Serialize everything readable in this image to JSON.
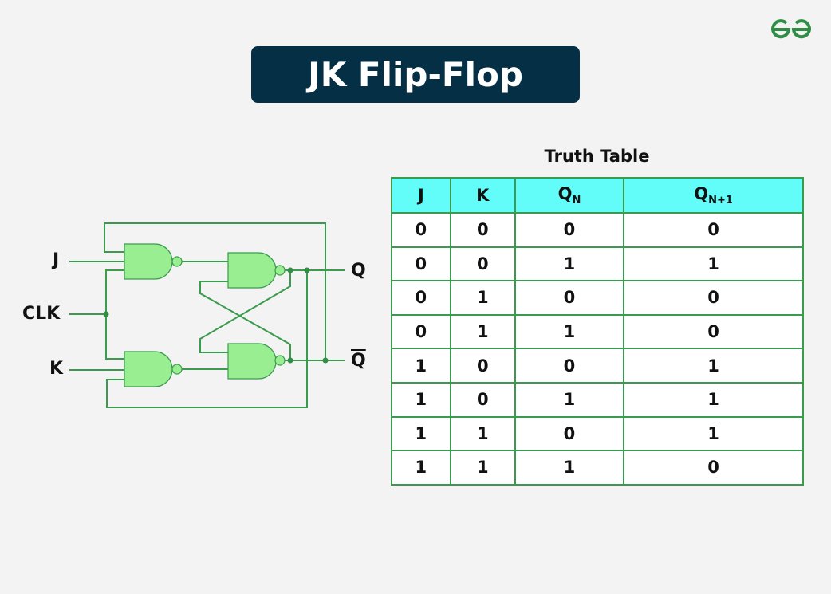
{
  "title": "JK Flip-Flop",
  "logo": {
    "icon": "geeksforgeeks-logo-icon",
    "color": "#2f8d46"
  },
  "colors": {
    "title_bg": "#052f45",
    "header_bg": "#62fdf8",
    "gate_fill": "#9aee92",
    "wire": "#3a9a4e"
  },
  "circuit": {
    "inputs": {
      "j": "J",
      "clk": "CLK",
      "k": "K"
    },
    "outputs": {
      "q": "Q",
      "q_bar": "Q"
    },
    "gate_type": "NAND"
  },
  "truth_table": {
    "title": "Truth Table",
    "headers": [
      {
        "main": "J",
        "sub": ""
      },
      {
        "main": "K",
        "sub": ""
      },
      {
        "main": "Q",
        "sub": "N"
      },
      {
        "main": "Q",
        "sub": "N+1"
      }
    ],
    "rows": [
      [
        "0",
        "0",
        "0",
        "0"
      ],
      [
        "0",
        "0",
        "1",
        "1"
      ],
      [
        "0",
        "1",
        "0",
        "0"
      ],
      [
        "0",
        "1",
        "1",
        "0"
      ],
      [
        "1",
        "0",
        "0",
        "1"
      ],
      [
        "1",
        "0",
        "1",
        "1"
      ],
      [
        "1",
        "1",
        "0",
        "1"
      ],
      [
        "1",
        "1",
        "1",
        "0"
      ]
    ]
  }
}
